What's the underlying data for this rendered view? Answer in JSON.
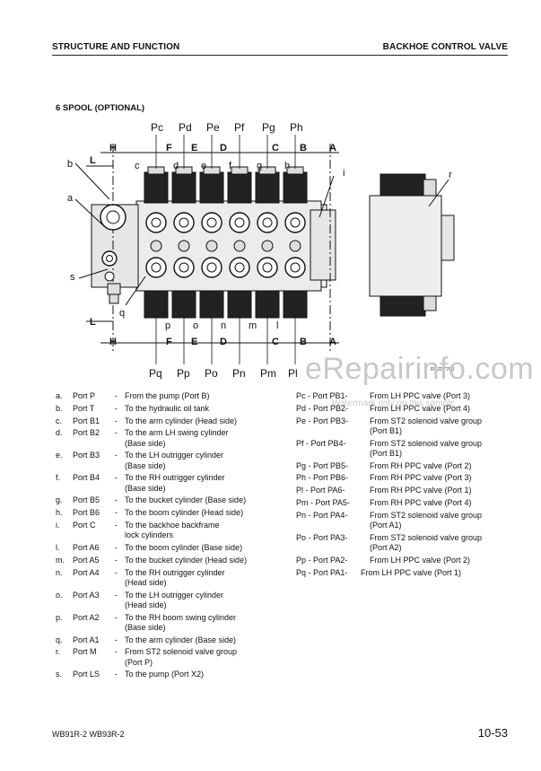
{
  "header": {
    "left": "STRUCTURE AND FUNCTION",
    "right": "BACKHOE CONTROL VALVE"
  },
  "section_title": "6 SPOOL (OPTIONAL)",
  "diagram": {
    "top_labels": [
      "Pc",
      "Pd",
      "Pe",
      "Pf",
      "Pg",
      "Ph"
    ],
    "bottom_labels": [
      "Pq",
      "Pp",
      "Po",
      "Pn",
      "Pm",
      "Pl"
    ],
    "section_marks": [
      "H",
      "F",
      "E",
      "D",
      "C",
      "B",
      "A"
    ],
    "section_mark_L": "L",
    "section_mark_r": "r",
    "section_mark_i": "i",
    "side_labels_left": [
      "b",
      "a",
      "s",
      "q"
    ],
    "upper_letters": [
      "c",
      "d",
      "e",
      "f",
      "g",
      "h"
    ],
    "lower_letters": [
      "p",
      "o",
      "n",
      "m",
      "l"
    ],
    "ref_code": "RKZ07700"
  },
  "watermark": {
    "main": "eRepairinfo.com",
    "sub": "Watermark only on this sample"
  },
  "legend_left": [
    {
      "letter": "a.",
      "port": "Port P",
      "dash": "-",
      "desc": [
        "From the pump (Port B)"
      ]
    },
    {
      "letter": "b.",
      "port": "Port T",
      "dash": "-",
      "desc": [
        "To the hydraulic oil tank"
      ]
    },
    {
      "letter": "c.",
      "port": "Port B1",
      "dash": "-",
      "desc": [
        "To the arm cylinder (Head side)"
      ]
    },
    {
      "letter": "d.",
      "port": "Port B2",
      "dash": "-",
      "desc": [
        "To the arm LH swing cylinder",
        "(Base side)"
      ]
    },
    {
      "letter": "e.",
      "port": "Port B3",
      "dash": "-",
      "desc": [
        "To the LH outrigger cylinder",
        "(Base side)"
      ]
    },
    {
      "letter": "f.",
      "port": "Port B4",
      "dash": "-",
      "desc": [
        "To the RH outrigger cylinder",
        "(Base side)"
      ]
    },
    {
      "letter": "g.",
      "port": "Port B5",
      "dash": "-",
      "desc": [
        "To the bucket cylinder (Base side)"
      ]
    },
    {
      "letter": "h.",
      "port": "Port B6",
      "dash": "-",
      "desc": [
        "To the boom cylinder (Head side)"
      ]
    },
    {
      "letter": "i.",
      "port": "Port C",
      "dash": "-",
      "desc": [
        "To the backhoe backframe",
        "lock cylinders"
      ]
    },
    {
      "letter": "l.",
      "port": "Port A6",
      "dash": "-",
      "desc": [
        "To the boom cylinder (Base side)"
      ]
    },
    {
      "letter": "m.",
      "port": "Port A5",
      "dash": "-",
      "desc": [
        "To the bucket cylinder (Head side)"
      ]
    },
    {
      "letter": "n.",
      "port": "Port A4",
      "dash": "-",
      "desc": [
        "To the RH outrigger cylinder",
        "(Head side)"
      ]
    },
    {
      "letter": "o.",
      "port": "Port A3",
      "dash": "-",
      "desc": [
        "To the LH outrigger cylinder",
        "(Head side)"
      ]
    },
    {
      "letter": "p.",
      "port": "Port A2",
      "dash": "-",
      "desc": [
        "To the RH boom swing cylinder",
        "(Base side)"
      ]
    },
    {
      "letter": "q.",
      "port": "Port A1",
      "dash": "-",
      "desc": [
        "To the arm cylinder (Base side)"
      ]
    },
    {
      "letter": "r.",
      "port": "Port M",
      "dash": "-",
      "desc": [
        "From ST2 solenoid valve group",
        "(Port P)"
      ]
    },
    {
      "letter": "s.",
      "port": "Port LS",
      "dash": "-",
      "desc": [
        "To the pump (Port X2)"
      ]
    }
  ],
  "legend_right": [
    {
      "code": "Pc  - Port PB1-",
      "desc": [
        "From LH PPC valve (Port 3)"
      ]
    },
    {
      "code": "Pd  - Port PB2-",
      "desc": [
        "From LH PPC valve (Port 4)"
      ]
    },
    {
      "code": "Pe  - Port PB3-",
      "desc": [
        "From ST2 solenoid valve group",
        "(Port B1)"
      ]
    },
    {
      "code": "Pf   - Port PB4-",
      "desc": [
        "From ST2 solenoid valve group",
        "(Port B1)"
      ]
    },
    {
      "code": "Pg  - Port PB5-",
      "desc": [
        "From RH PPC valve (Port 2)"
      ]
    },
    {
      "code": "Ph  - Port PB6-",
      "desc": [
        "From RH PPC valve (Port 3)"
      ]
    },
    {
      "code": "Pl   - Port PA6-",
      "desc": [
        "From RH PPC valve (Port 1)"
      ]
    },
    {
      "code": "Pm  - Port PA5-",
      "desc": [
        "From RH PPC valve (Port 4)"
      ]
    },
    {
      "code": "Pn  - Port PA4-",
      "desc": [
        "From ST2 solenoid valve group",
        "(Port A1)"
      ]
    },
    {
      "code": "Po  - Port PA3-",
      "desc": [
        "From ST2 solenoid valve group",
        "(Port A2)"
      ]
    },
    {
      "code": "Pp  - Port PA2-",
      "desc": [
        "From LH PPC valve (Port 2)"
      ]
    },
    {
      "code": "Pq  - Port PA1-",
      "desc": [
        "From LH PPC valve (Port 1)"
      ],
      "wide": true
    }
  ],
  "footer": {
    "left": "WB91R-2  WB93R-2",
    "right": "10-53"
  }
}
